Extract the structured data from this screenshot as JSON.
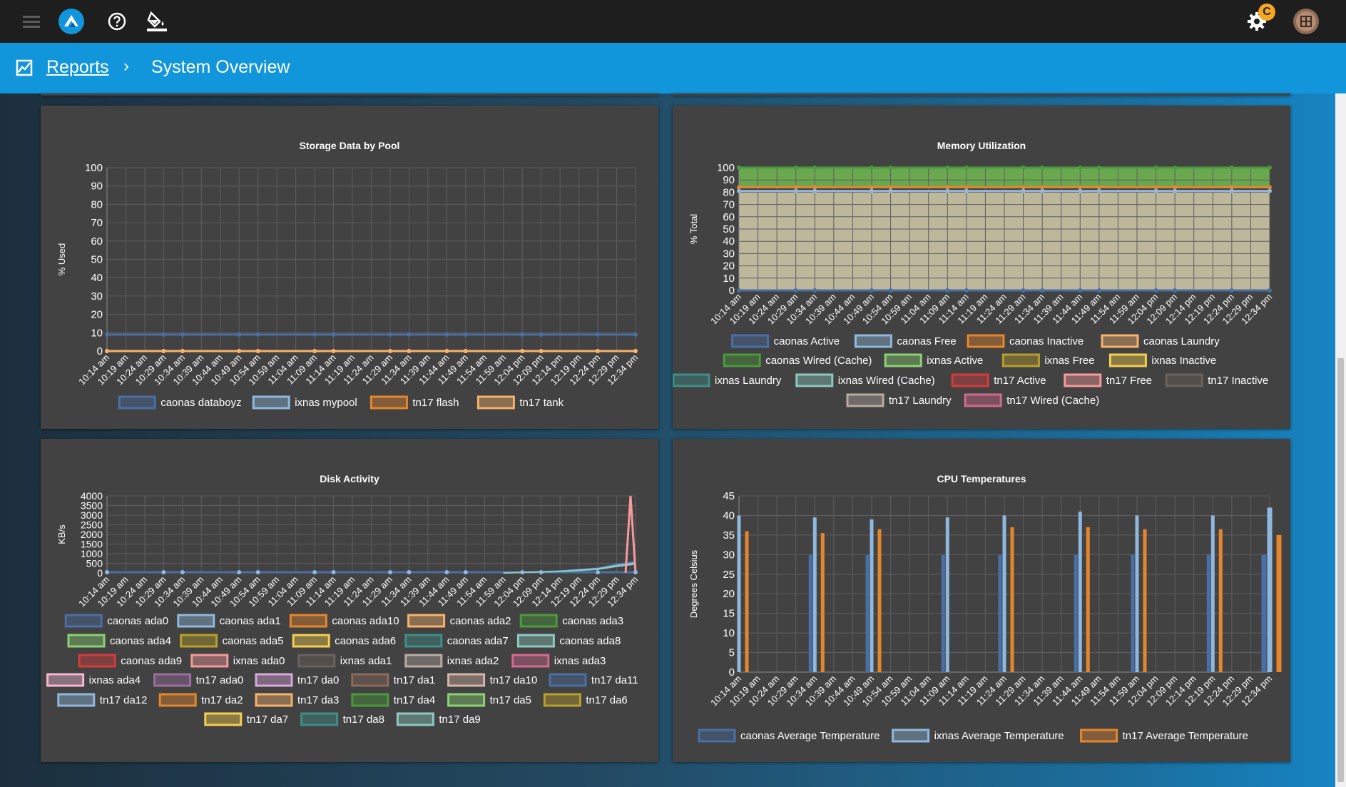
{
  "breadcrumb": {
    "parent": "Reports",
    "separator": "›",
    "current": "System Overview"
  },
  "badge_glyph": "C",
  "colors": {
    "topbar": "#1e1e1e",
    "header": "#1296db",
    "panel": "#424242",
    "accent_badge": "#f5a623"
  },
  "icons": [
    "menu-icon",
    "truenas-logo-icon",
    "help-icon",
    "theme-paint-icon",
    "settings-gear-icon",
    "account-avatar-icon"
  ],
  "time_labels": [
    "10:14 am",
    "10:19 am",
    "10:24 am",
    "10:29 am",
    "10:34 am",
    "10:39 am",
    "10:44 am",
    "10:49 am",
    "10:54 am",
    "10:59 am",
    "11:04 am",
    "11:09 am",
    "11:14 am",
    "11:19 am",
    "11:24 am",
    "11:29 am",
    "11:34 am",
    "11:39 am",
    "11:44 am",
    "11:49 am",
    "11:54 am",
    "11:59 am",
    "12:04 pm",
    "12:09 pm",
    "12:14 pm",
    "12:19 pm",
    "12:24 pm",
    "12:29 pm",
    "12:34 pm"
  ],
  "chart_data": [
    {
      "type": "line",
      "title": "Storage Data by Pool",
      "ylabel": "% Used",
      "ylim": [
        0,
        100
      ],
      "yticks": [
        "100",
        "90",
        "80",
        "70",
        "60",
        "50",
        "40",
        "30",
        "20",
        "10",
        "0"
      ],
      "series": [
        {
          "name": "caonas databoyz",
          "color": "#4a6fa5",
          "value": 9
        },
        {
          "name": "ixnas mypool",
          "color": "#8fb8de",
          "value": 0
        },
        {
          "name": "tn17 flash",
          "color": "#e5862c",
          "value": 0
        },
        {
          "name": "tn17 tank",
          "color": "#f6b26b",
          "value": 0
        }
      ]
    },
    {
      "type": "area",
      "title": "Memory Utilization",
      "ylabel": "% Total",
      "ylim": [
        0,
        100
      ],
      "yticks": [
        "100",
        "90",
        "80",
        "70",
        "60",
        "50",
        "40",
        "30",
        "20",
        "10",
        "0"
      ],
      "series": [
        {
          "name": "caonas Active",
          "color": "#4a6fa5"
        },
        {
          "name": "caonas Free",
          "color": "#8fb8de"
        },
        {
          "name": "caonas Inactive",
          "color": "#e5862c"
        },
        {
          "name": "caonas Laundry",
          "color": "#f6b26b"
        },
        {
          "name": "caonas Wired (Cache)",
          "color": "#4c9a3d"
        },
        {
          "name": "ixnas Active",
          "color": "#8bd173"
        },
        {
          "name": "ixnas Free",
          "color": "#b8a02a"
        },
        {
          "name": "ixnas Inactive",
          "color": "#f5cf4e"
        },
        {
          "name": "ixnas Laundry",
          "color": "#3d8f87"
        },
        {
          "name": "ixnas Wired (Cache)",
          "color": "#8dc9bf"
        },
        {
          "name": "tn17 Active",
          "color": "#d63b3b"
        },
        {
          "name": "tn17 Free",
          "color": "#f59a9a"
        },
        {
          "name": "tn17 Inactive",
          "color": "#6b625c"
        },
        {
          "name": "tn17 Laundry",
          "color": "#b7aba4"
        },
        {
          "name": "tn17 Wired (Cache)",
          "color": "#d26a8f"
        }
      ],
      "bands": {
        "tan_top": 80,
        "blue_line": 81,
        "orange_line": 84,
        "green_top": 100
      }
    },
    {
      "type": "line",
      "title": "Disk Activity",
      "ylabel": "KB/s",
      "ylim": [
        0,
        4000
      ],
      "yticks": [
        "4000",
        "3500",
        "3000",
        "2500",
        "2000",
        "1500",
        "1000",
        "500",
        "0"
      ],
      "series": [
        {
          "name": "caonas ada0",
          "color": "#4a6fa5"
        },
        {
          "name": "caonas ada1",
          "color": "#8fb8de"
        },
        {
          "name": "caonas ada10",
          "color": "#e5862c"
        },
        {
          "name": "caonas ada2",
          "color": "#f6b26b"
        },
        {
          "name": "caonas ada3",
          "color": "#4c9a3d"
        },
        {
          "name": "caonas ada4",
          "color": "#8bd173"
        },
        {
          "name": "caonas ada5",
          "color": "#b8a02a"
        },
        {
          "name": "caonas ada6",
          "color": "#f5cf4e"
        },
        {
          "name": "caonas ada7",
          "color": "#3d8f87"
        },
        {
          "name": "caonas ada8",
          "color": "#8dc9bf"
        },
        {
          "name": "caonas ada9",
          "color": "#d63b3b"
        },
        {
          "name": "ixnas ada0",
          "color": "#f59a9a"
        },
        {
          "name": "ixnas ada1",
          "color": "#6b625c"
        },
        {
          "name": "ixnas ada2",
          "color": "#b7aba4"
        },
        {
          "name": "ixnas ada3",
          "color": "#d26a8f"
        },
        {
          "name": "ixnas ada4",
          "color": "#f5b8d0"
        },
        {
          "name": "tn17 ada0",
          "color": "#9b6fa0"
        },
        {
          "name": "tn17 da0",
          "color": "#d8a8dc"
        },
        {
          "name": "tn17 da1",
          "color": "#8c6b5c"
        },
        {
          "name": "tn17 da10",
          "color": "#d4b5a8"
        },
        {
          "name": "tn17 da11",
          "color": "#4a6fa5"
        },
        {
          "name": "tn17 da12",
          "color": "#8fb8de"
        },
        {
          "name": "tn17 da2",
          "color": "#e5862c"
        },
        {
          "name": "tn17 da3",
          "color": "#f6b26b"
        },
        {
          "name": "tn17 da4",
          "color": "#4c9a3d"
        },
        {
          "name": "tn17 da5",
          "color": "#8bd173"
        },
        {
          "name": "tn17 da6",
          "color": "#b8a02a"
        },
        {
          "name": "tn17 da7",
          "color": "#f5cf4e"
        },
        {
          "name": "tn17 da8",
          "color": "#3d8f87"
        },
        {
          "name": "tn17 da9",
          "color": "#8dc9bf"
        }
      ],
      "peak": {
        "series": "ixnas ada0",
        "value": 4000,
        "at": "12:34 pm"
      },
      "ramp_values": [
        100,
        250,
        450,
        600
      ]
    },
    {
      "type": "bar",
      "title": "CPU Temperatures",
      "ylabel": "Degrees Celsius",
      "ylim": [
        0,
        45
      ],
      "yticks": [
        "45",
        "40",
        "35",
        "30",
        "25",
        "20",
        "15",
        "10",
        "5",
        "0"
      ],
      "series": [
        {
          "name": "caonas Average Temperature",
          "color": "#4a6fa5"
        },
        {
          "name": "ixnas Average Temperature",
          "color": "#8fb8de"
        },
        {
          "name": "tn17 Average Temperature",
          "color": "#e5862c"
        }
      ],
      "groups": [
        {
          "at": "10:14 am",
          "caonas": 0,
          "ixnas": 40,
          "tn17": 36
        },
        {
          "at": "10:34 am",
          "caonas": 30,
          "ixnas": 39.5,
          "tn17": 35.5
        },
        {
          "at": "10:49 am",
          "caonas": 30,
          "ixnas": 39,
          "tn17": 36.5
        },
        {
          "at": "11:09 am",
          "caonas": 30,
          "ixnas": 39.5,
          "tn17": 0
        },
        {
          "at": "11:24 am",
          "caonas": 30,
          "ixnas": 40,
          "tn17": 37
        },
        {
          "at": "11:44 am",
          "caonas": 30,
          "ixnas": 41,
          "tn17": 37
        },
        {
          "at": "11:59 am",
          "caonas": 30,
          "ixnas": 40,
          "tn17": 36.5
        },
        {
          "at": "12:19 pm",
          "caonas": 30,
          "ixnas": 40,
          "tn17": 36.5
        },
        {
          "at": "12:34 pm",
          "caonas": 30,
          "ixnas": 42,
          "tn17": 35
        }
      ]
    }
  ]
}
